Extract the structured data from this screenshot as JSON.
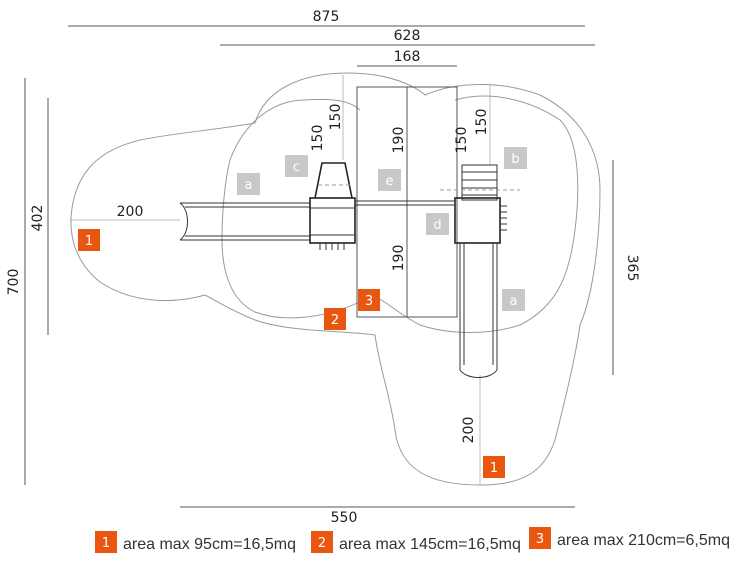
{
  "dimensions": {
    "overall_width": "875",
    "mid_width": "628",
    "platform_width": "168",
    "overall_height": "700",
    "left_height": "402",
    "right_height": "365",
    "bottom_width": "550",
    "left_slide_zone": "200",
    "bottom_slide_zone": "200",
    "upper_150_a": "150",
    "upper_150_b": "150",
    "right_150_a": "150",
    "right_150_b": "150",
    "upper_190": "190",
    "lower_190": "190"
  },
  "zones": {
    "zone_1": "1",
    "zone_2": "2",
    "zone_3": "3"
  },
  "sections": {
    "a_left": "a",
    "a_right": "a",
    "b": "b",
    "c": "c",
    "d": "d",
    "e": "e"
  },
  "legend": [
    {
      "number": "1",
      "text": "area max 95cm=16,5mq"
    },
    {
      "number": "2",
      "text": "area max 145cm=16,5mq"
    },
    {
      "number": "3",
      "text": "area max 210cm=6,5mq"
    }
  ],
  "colors": {
    "zone_orange": "#e8560f",
    "section_grey": "#c8c8c8"
  }
}
